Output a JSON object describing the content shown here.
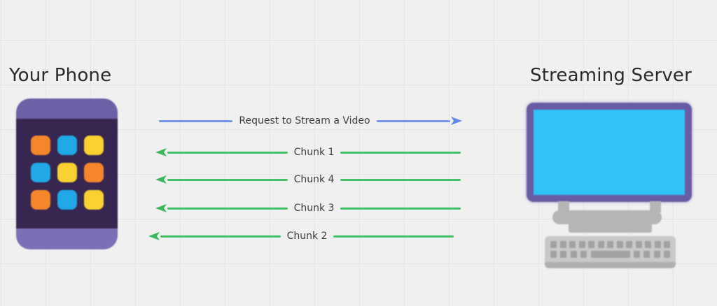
{
  "titles": {
    "left": "Your Phone",
    "right": "Streaming Server"
  },
  "arrows": [
    {
      "label": "Request to Stream a Video",
      "direction": "right",
      "from": "Your Phone",
      "to": "Streaming Server"
    },
    {
      "label": "Chunk 1",
      "direction": "left",
      "from": "Streaming Server",
      "to": "Your Phone"
    },
    {
      "label": "Chunk 4",
      "direction": "left",
      "from": "Streaming Server",
      "to": "Your Phone"
    },
    {
      "label": "Chunk 3",
      "direction": "left",
      "from": "Streaming Server",
      "to": "Your Phone"
    },
    {
      "label": "Chunk 2",
      "direction": "left",
      "from": "Streaming Server",
      "to": "Your Phone"
    }
  ],
  "icons": {
    "phone": {
      "name": "phone-icon",
      "tiles": [
        "orange",
        "blue",
        "yellow",
        "blue",
        "yellow",
        "orange",
        "orange",
        "blue",
        "yellow"
      ]
    },
    "server": {
      "name": "desktop-computer-icon",
      "parts": [
        "monitor",
        "stand",
        "keyboard"
      ]
    }
  },
  "colors": {
    "bg": "#f0f0f1",
    "grid": "#e4e4e6",
    "title": "#2a2a2a",
    "label": "#3e3e3e",
    "arrow-blue": "#7193e8",
    "arrow-green": "#44c167",
    "phone-body": "#6b61a6",
    "phone-body-bottom": "#7a70b5",
    "phone-screen": "#362650",
    "tile-orange": "#f6862b",
    "tile-blue": "#21a8e6",
    "tile-yellow": "#f9d231",
    "monitor-frame": "#6a5ba5",
    "monitor-screen": "#31c3f6",
    "stand-gray": "#b5b5b6",
    "keyboard-body": "#c9c9ca",
    "keyboard-edge": "#b0b0b1",
    "key-gray": "#a1a1a2"
  }
}
